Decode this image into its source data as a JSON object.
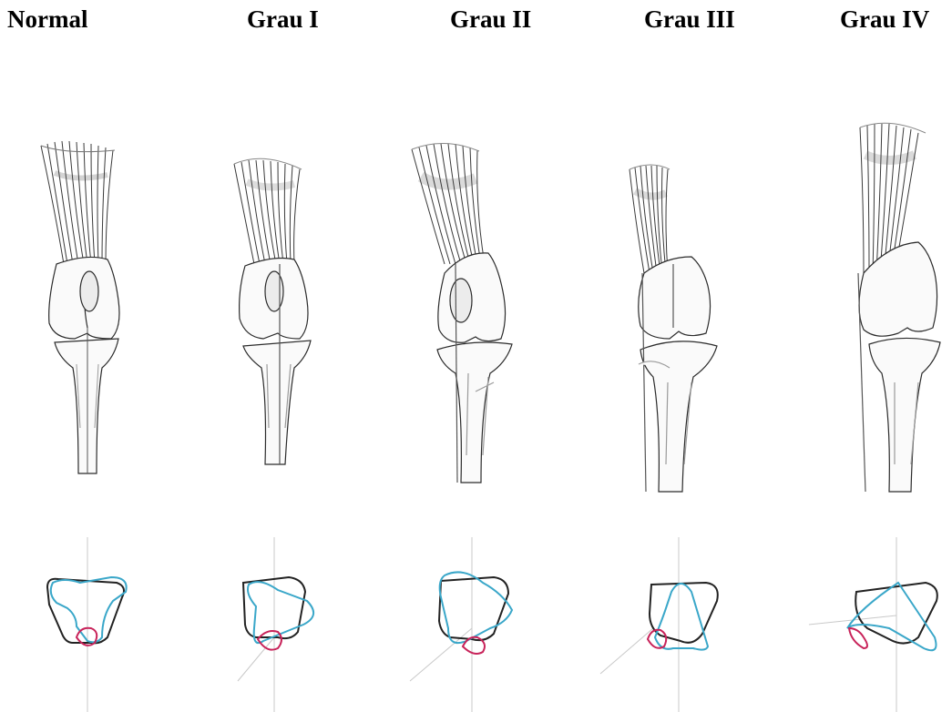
{
  "figure": {
    "columns": [
      {
        "title": "Normal"
      },
      {
        "title": "Grau I"
      },
      {
        "title": "Grau II"
      },
      {
        "title": "Grau III"
      },
      {
        "title": "Grau IV"
      }
    ],
    "colors": {
      "bone_outline": "#2b2b2b",
      "muscle": "#3a3a3a",
      "shading": "#9a9a9a",
      "femur_section": "#222222",
      "tibia_section": "#3aa7c9",
      "patella_section": "#c8235a",
      "guide_line": "#c9c9c9"
    }
  }
}
